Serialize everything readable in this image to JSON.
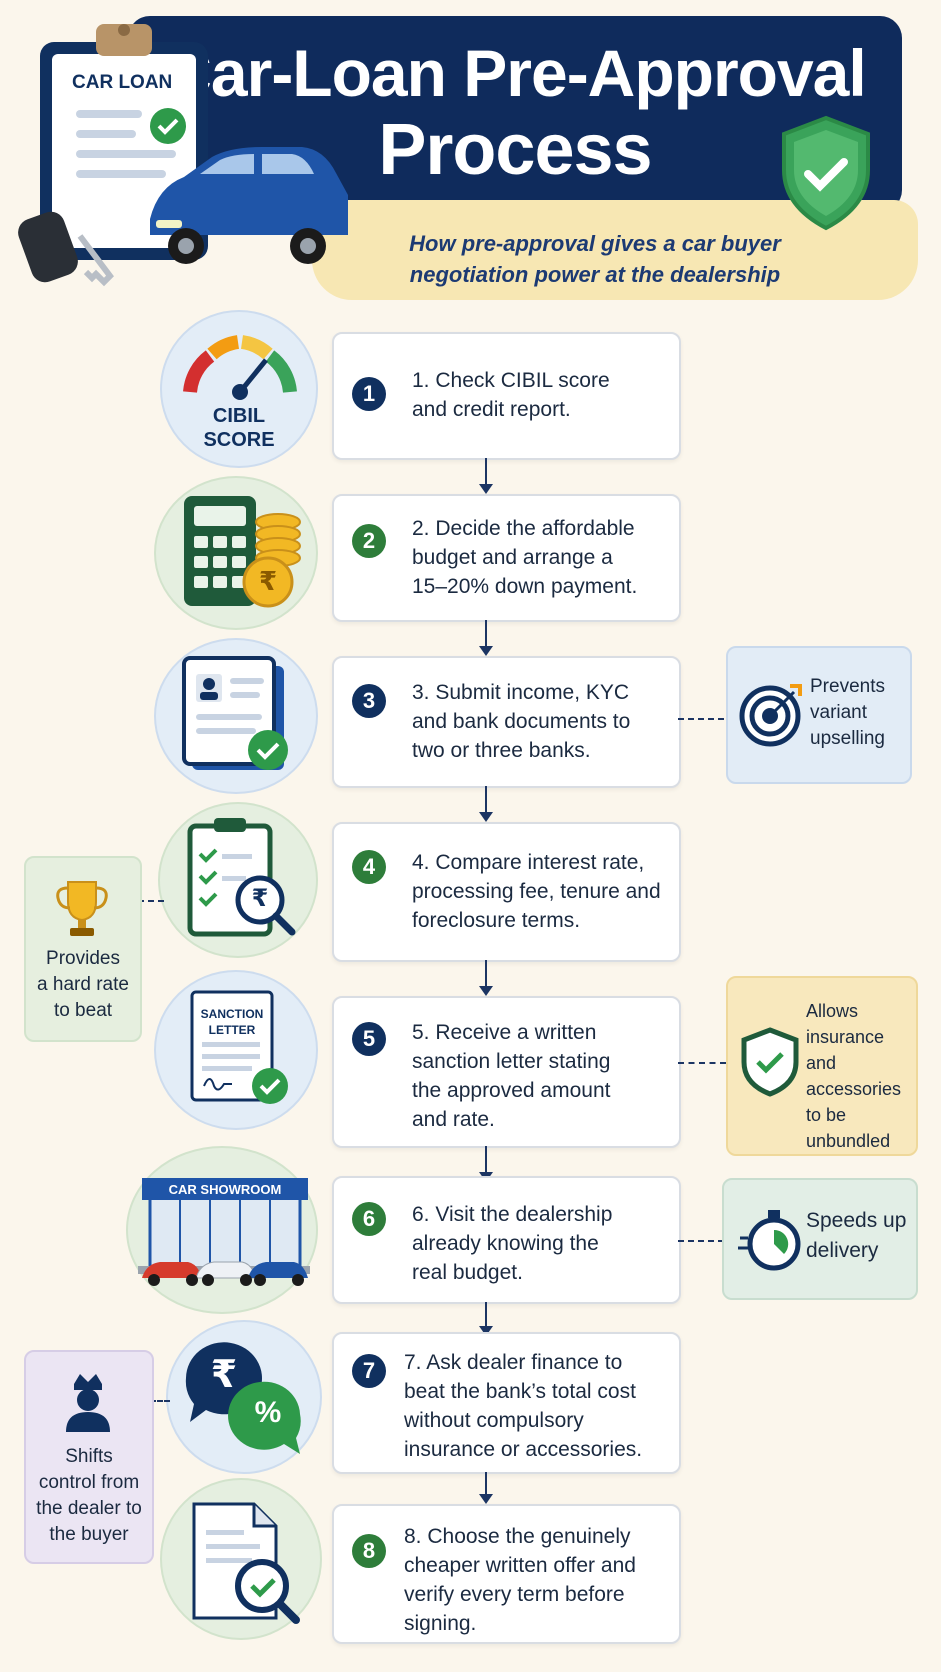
{
  "header": {
    "title_line1": "Car-Loan Pre-Approval",
    "title_line2": "Process",
    "subtitle_line1": "How pre-approval gives a car buyer",
    "subtitle_line2": "negotiation power at the dealership",
    "clipboard_label": "CAR LOAN"
  },
  "colors": {
    "navy": "#0f2b5c",
    "green": "#2e7d3a",
    "subtitle_band": "#f7e7b3",
    "background": "#fbf6ec"
  },
  "steps": [
    {
      "number": "1",
      "text_lines": [
        "1. Check CIBIL score",
        "and credit report."
      ],
      "icon": "cibil-gauge-icon",
      "icon_label_1": "CIBIL",
      "icon_label_2": "SCORE"
    },
    {
      "number": "2",
      "text_lines": [
        "2. Decide the affordable",
        "budget and arrange a",
        "15–20% down payment."
      ],
      "icon": "calculator-coins-icon",
      "icon_symbol": "₹"
    },
    {
      "number": "3",
      "text_lines": [
        "3. Submit income, KYC",
        "and bank documents to",
        "two or three banks."
      ],
      "icon": "documents-icon"
    },
    {
      "number": "4",
      "text_lines": [
        "4. Compare interest rate,",
        "processing fee, tenure and",
        "foreclosure terms."
      ],
      "icon": "checklist-magnifier-icon",
      "icon_symbol": "₹"
    },
    {
      "number": "5",
      "text_lines": [
        "5. Receive a written",
        "sanction letter stating",
        "the approved amount",
        "and rate."
      ],
      "icon": "sanction-letter-icon",
      "icon_label_1": "SANCTION",
      "icon_label_2": "LETTER"
    },
    {
      "number": "6",
      "text_lines": [
        "6. Visit the dealership",
        "already knowing the",
        "real budget."
      ],
      "icon": "car-showroom-icon",
      "icon_label_1": "CAR SHOWROOM"
    },
    {
      "number": "7",
      "text_lines": [
        "7. Ask dealer finance to",
        "beat the bank’s total cost",
        "without compulsory",
        "insurance or accessories."
      ],
      "icon": "rupee-percent-bubbles-icon",
      "icon_symbol": "₹",
      "icon_symbol_2": "%"
    },
    {
      "number": "8",
      "text_lines": [
        "8. Choose the genuinely",
        "cheaper written offer and",
        "verify every term before",
        "signing."
      ],
      "icon": "document-verify-icon"
    }
  ],
  "benefits": [
    {
      "lines": [
        "Prevents",
        "variant",
        "upselling"
      ],
      "icon": "target-icon"
    },
    {
      "lines": [
        "Provides",
        "a hard rate",
        "to beat"
      ],
      "icon": "trophy-icon"
    },
    {
      "lines": [
        "Allows",
        "insurance and",
        "accessories",
        "to be",
        "unbundled"
      ],
      "icon": "shield-check-icon"
    },
    {
      "lines": [
        "Speeds up",
        "delivery"
      ],
      "icon": "stopwatch-icon"
    },
    {
      "lines": [
        "Shifts",
        "control from",
        "the dealer to",
        "the buyer"
      ],
      "icon": "crowned-person-icon"
    }
  ]
}
